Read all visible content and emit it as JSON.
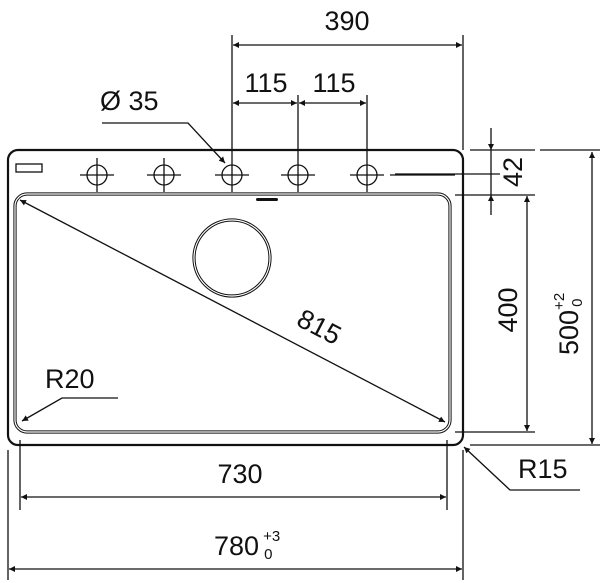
{
  "drawing": {
    "overall_width": "390",
    "hole_spacing_1": "115",
    "hole_spacing_2": "115",
    "hole_diameter": "Ø 35",
    "deck_depth": "42",
    "bowl_depth": "400",
    "overall_depth": "500",
    "overall_depth_tol_upper": "+2",
    "overall_depth_tol_lower": "0",
    "diagonal": "815",
    "inner_radius": "R20",
    "outer_radius": "R15",
    "bowl_width": "730",
    "sink_width": "780",
    "sink_width_tol_upper": "+3",
    "sink_width_tol_lower": "0"
  }
}
